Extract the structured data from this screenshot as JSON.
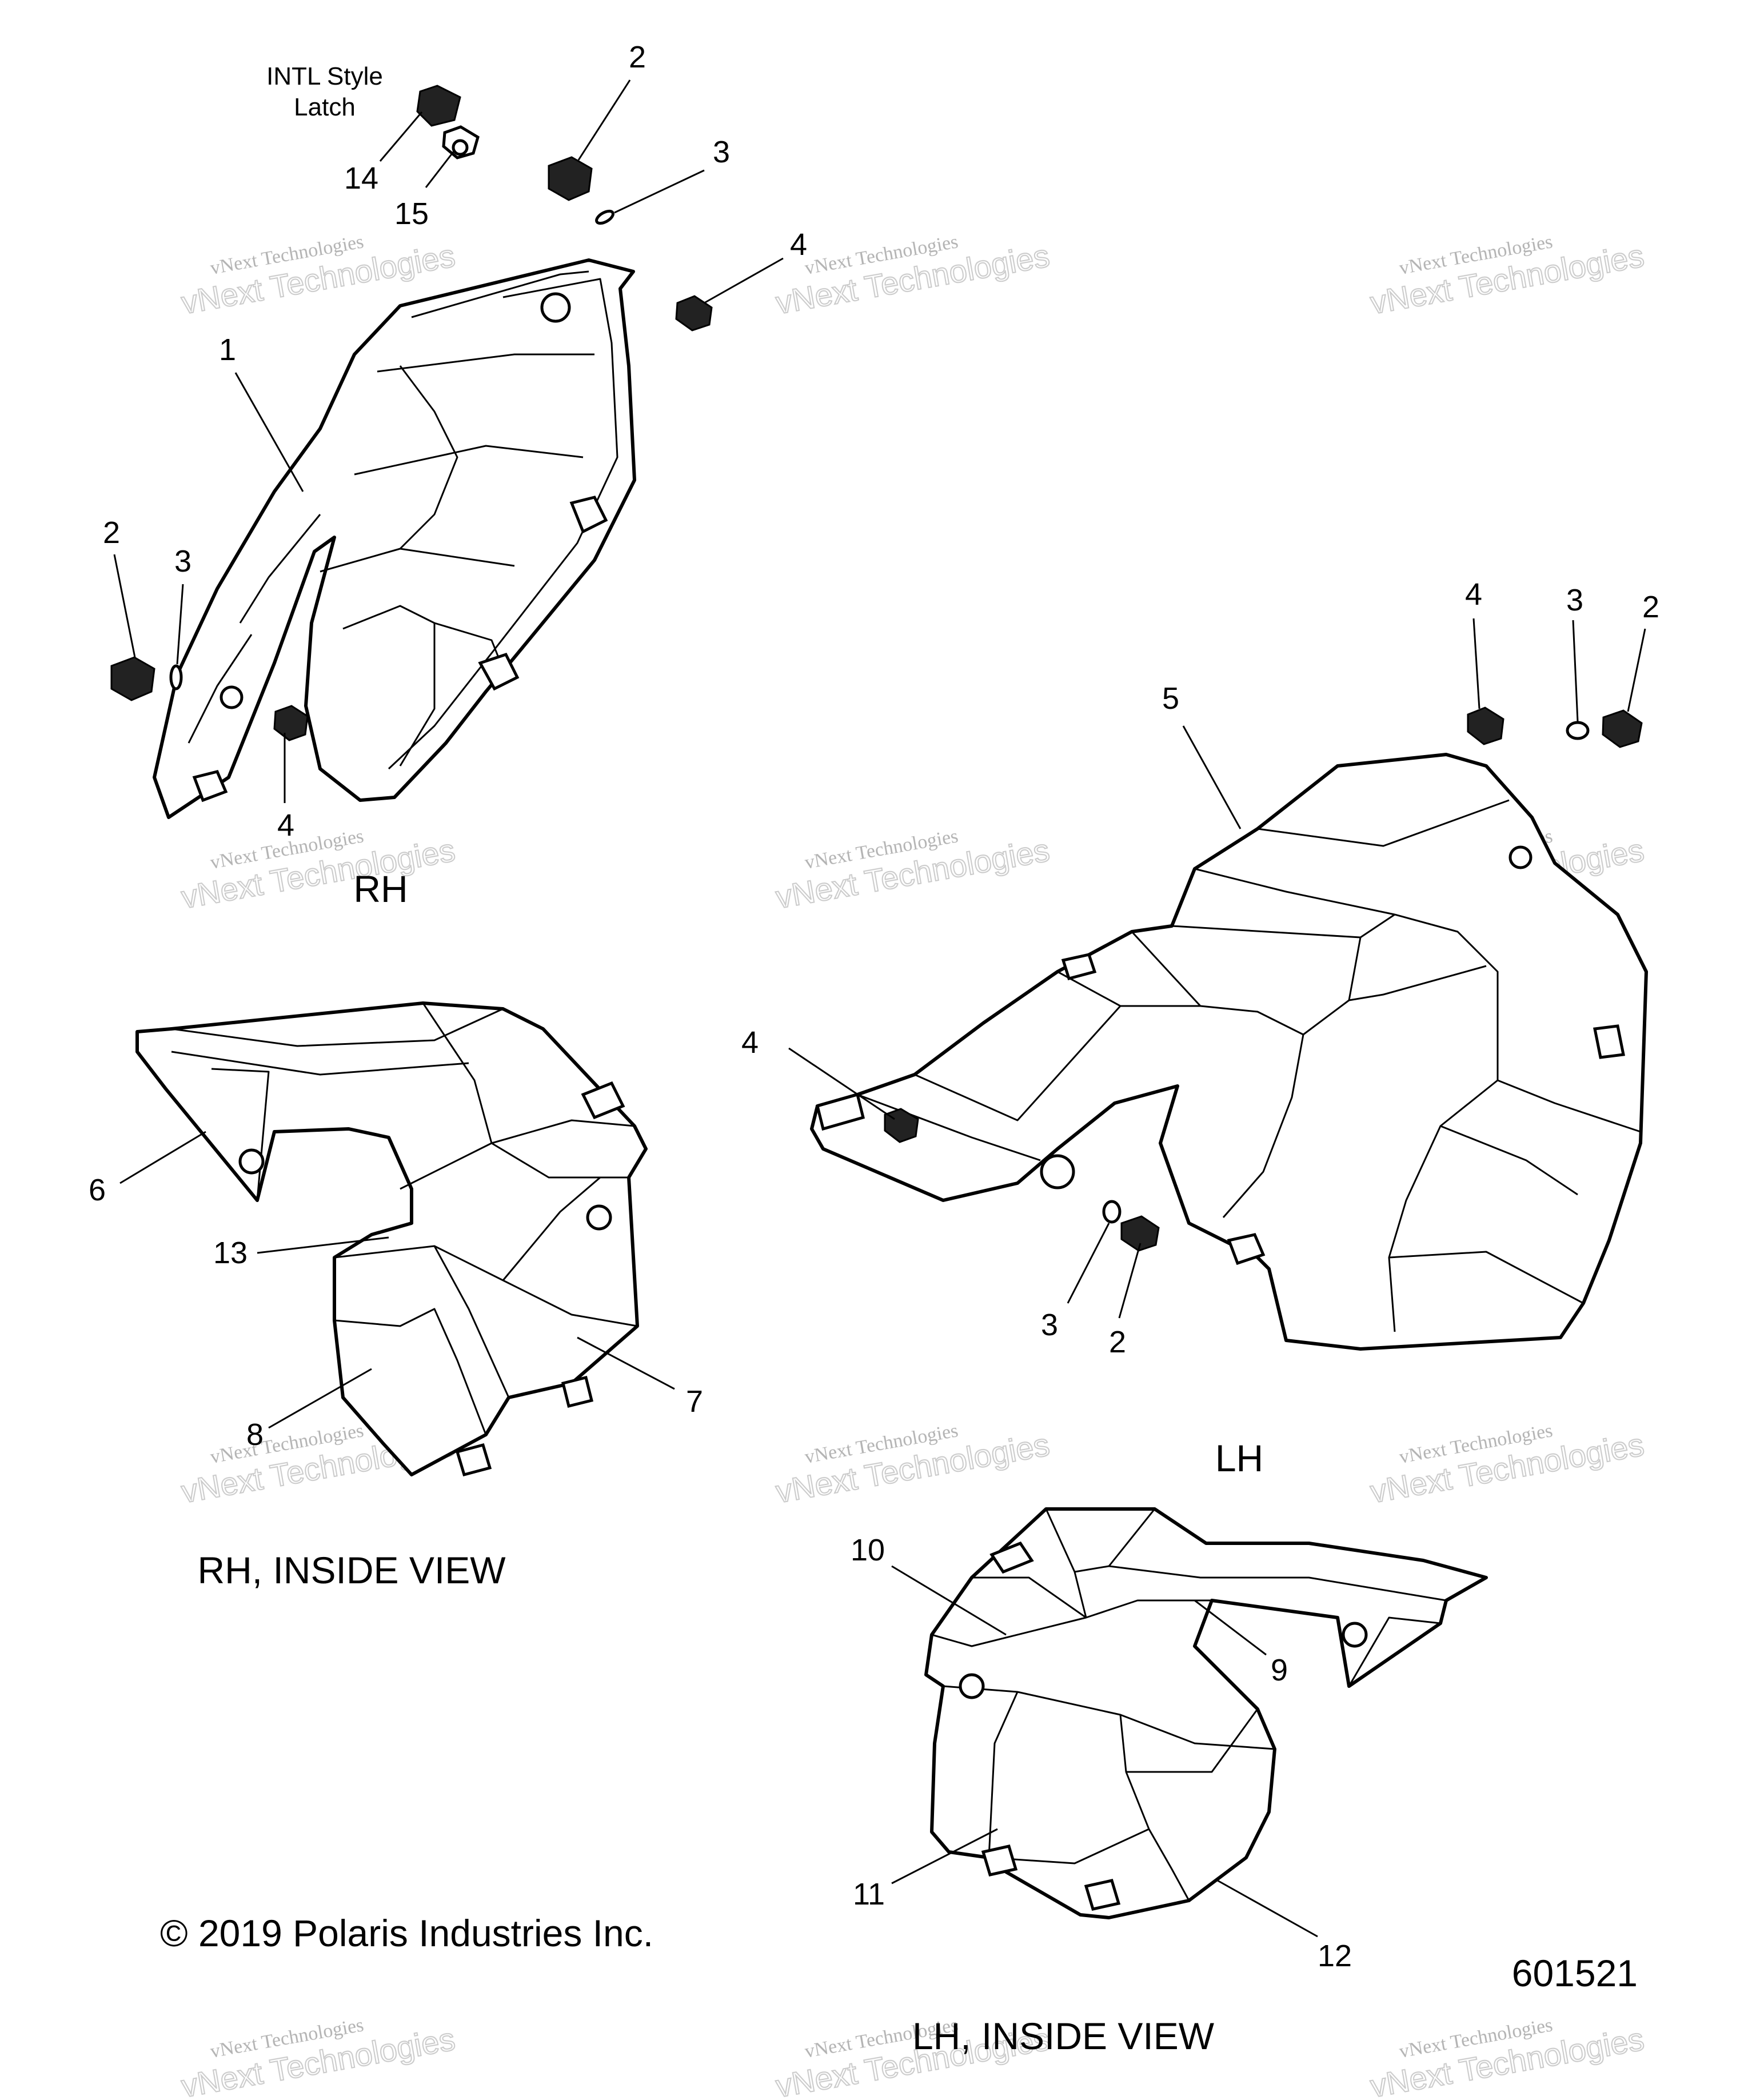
{
  "diagram": {
    "note": {
      "line1": "INTL Style",
      "line2": "Latch"
    },
    "captions": {
      "rh": "RH",
      "lh": "LH",
      "rh_inside": "RH, INSIDE VIEW",
      "lh_inside": "LH, INSIDE VIEW"
    },
    "copyright": "© 2019 Polaris Industries Inc.",
    "figure_number": "601521",
    "callouts": {
      "top_2": "2",
      "top_3": "3",
      "top_4": "4",
      "p14": "14",
      "p15": "15",
      "rh_1": "1",
      "rh_2": "2",
      "rh_3": "3",
      "rh_4": "4",
      "lh_5": "5",
      "lh_4a": "4",
      "lh_3a": "3",
      "lh_2a": "2",
      "lh_4b": "4",
      "lh_3b": "3",
      "lh_2b": "2",
      "p6": "6",
      "p13": "13",
      "p7": "7",
      "p8": "8",
      "p10": "10",
      "p9": "9",
      "p11": "11",
      "p12": "12"
    },
    "watermark": {
      "line1": "vNext Technologies",
      "line2": "vNext Technologies"
    }
  }
}
